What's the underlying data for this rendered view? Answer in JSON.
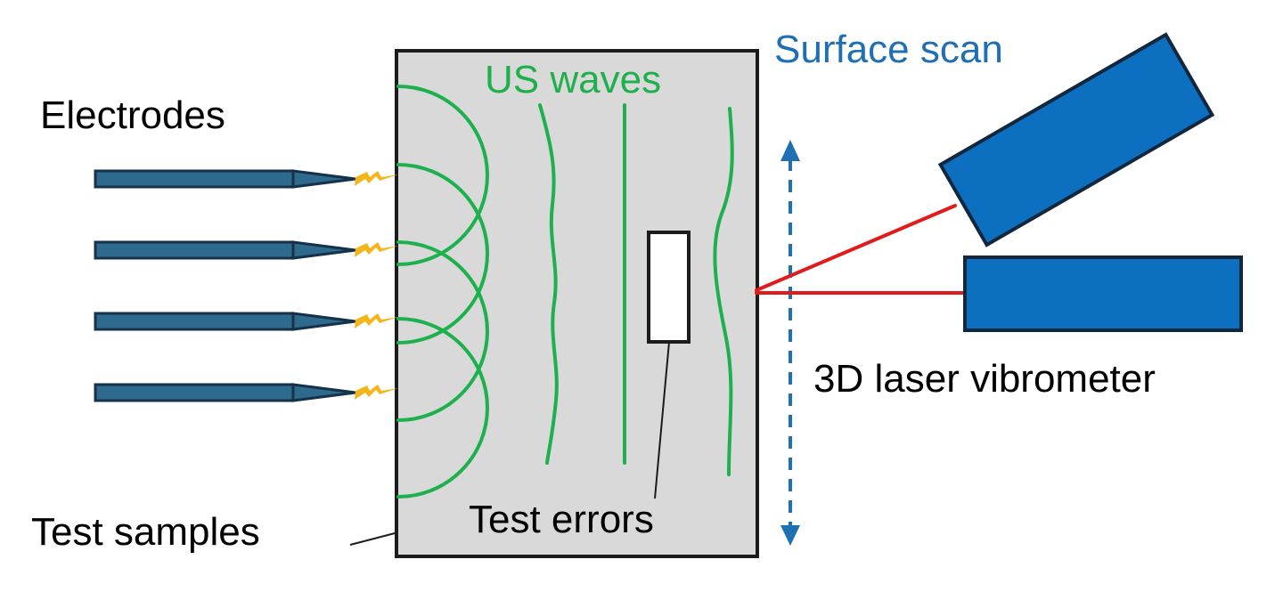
{
  "labels": {
    "electrodes": "Electrodes",
    "us_waves": "US waves",
    "surface_scan": "Surface scan",
    "vibrometer": "3D laser vibrometer",
    "test_samples": "Test samples",
    "test_errors": "Test errors"
  },
  "colors": {
    "text": "#000000",
    "surface_scan_text": "#1f6fb5",
    "wave": "#1db04d",
    "electrode_fill": "#2e6a8e",
    "electrode_stroke": "#16324a",
    "spark": "#f2b51c",
    "sample_fill": "#d9d9d9",
    "sample_stroke": "#1c1c1c",
    "device_fill": "#0c6fc0",
    "device_stroke": "#10273d",
    "laser": "#e01b1b",
    "scan_arrow": "#1f6fb5",
    "defect_fill": "#ffffff"
  },
  "icons": {
    "electrode": "electrode-probe-icon",
    "spark": "lightning-spark-icon",
    "device": "laser-head-icon"
  }
}
